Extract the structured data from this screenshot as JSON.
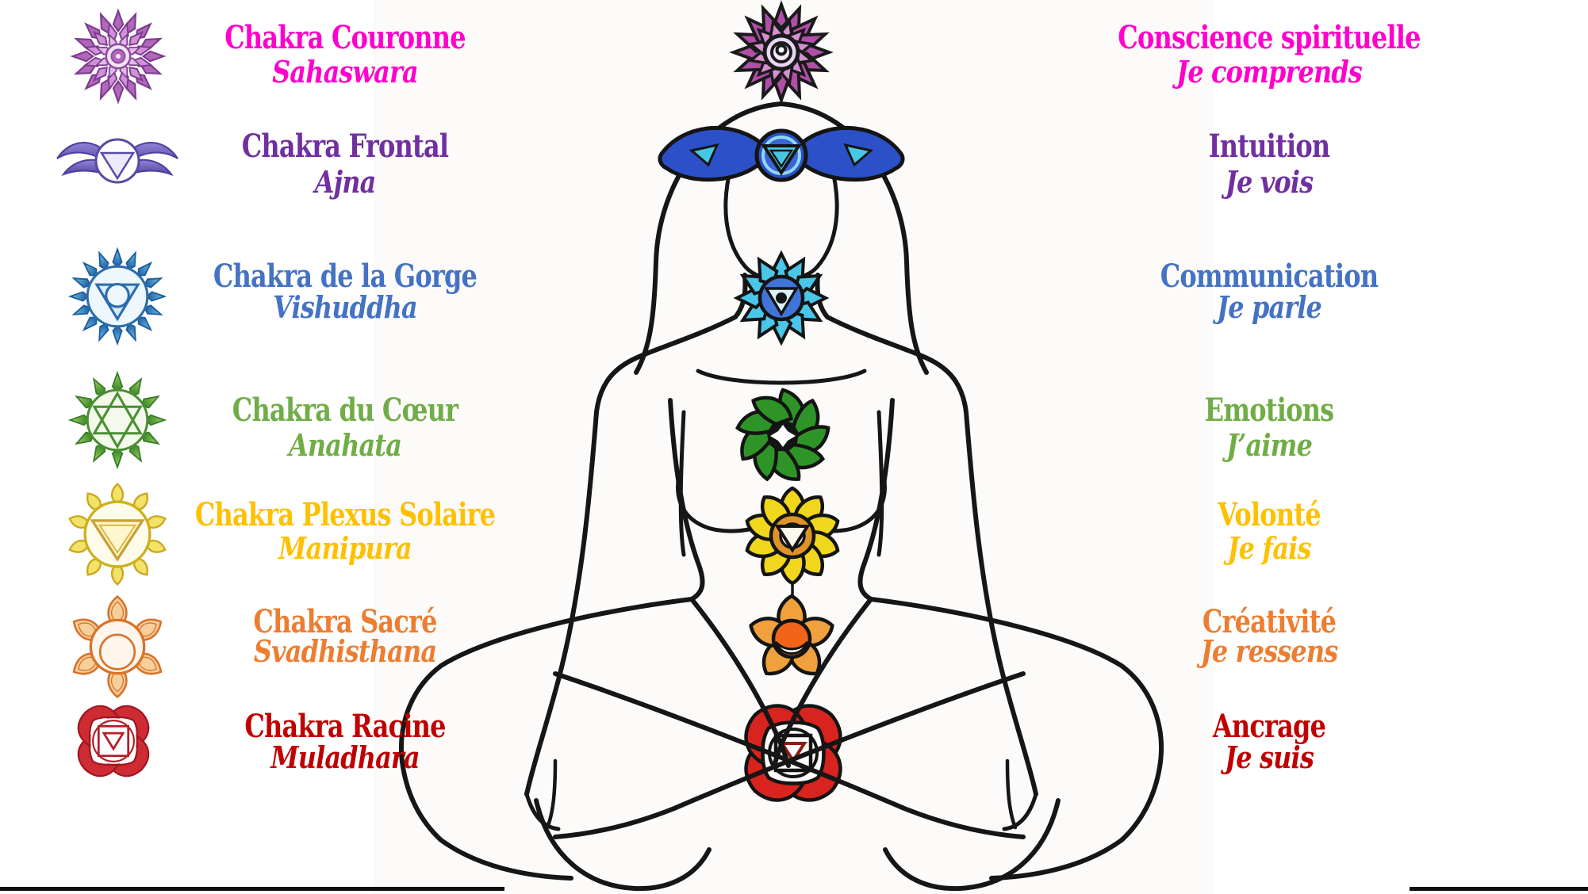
{
  "page": {
    "background": "#ffffff"
  },
  "chakras": [
    {
      "name": "Chakra Couronne",
      "sanskrit": "Sahaswara",
      "quality": "Conscience spirituelle",
      "affirmation": "Je comprends",
      "color": "#ff00cc",
      "icon": "crown-chakra-icon"
    },
    {
      "name": "Chakra Frontal",
      "sanskrit": "Ajna",
      "quality": "Intuition",
      "affirmation": "Je vois",
      "color": "#7030a0",
      "icon": "third-eye-chakra-icon"
    },
    {
      "name": "Chakra de la Gorge",
      "sanskrit": "Vishuddha",
      "quality": "Communication",
      "affirmation": "Je parle",
      "color": "#4472c4",
      "icon": "throat-chakra-icon"
    },
    {
      "name": "Chakra du Cœur",
      "sanskrit": "Anahata",
      "quality": "Emotions",
      "affirmation": "J’aime",
      "color": "#70ad47",
      "icon": "heart-chakra-icon"
    },
    {
      "name": "Chakra Plexus Solaire",
      "sanskrit": "Manipura",
      "quality": "Volonté",
      "affirmation": "Je fais",
      "color": "#ffc000",
      "icon": "solar-plexus-chakra-icon"
    },
    {
      "name": "Chakra Sacré",
      "sanskrit": "Svadhisthana",
      "quality": "Créativité",
      "affirmation": "Je ressens",
      "color": "#ed7d31",
      "icon": "sacral-chakra-icon"
    },
    {
      "name": "Chakra Racine",
      "sanskrit": "Muladhara",
      "quality": "Ancrage",
      "affirmation": "Je suis",
      "color": "#c00000",
      "icon": "root-chakra-icon"
    }
  ]
}
